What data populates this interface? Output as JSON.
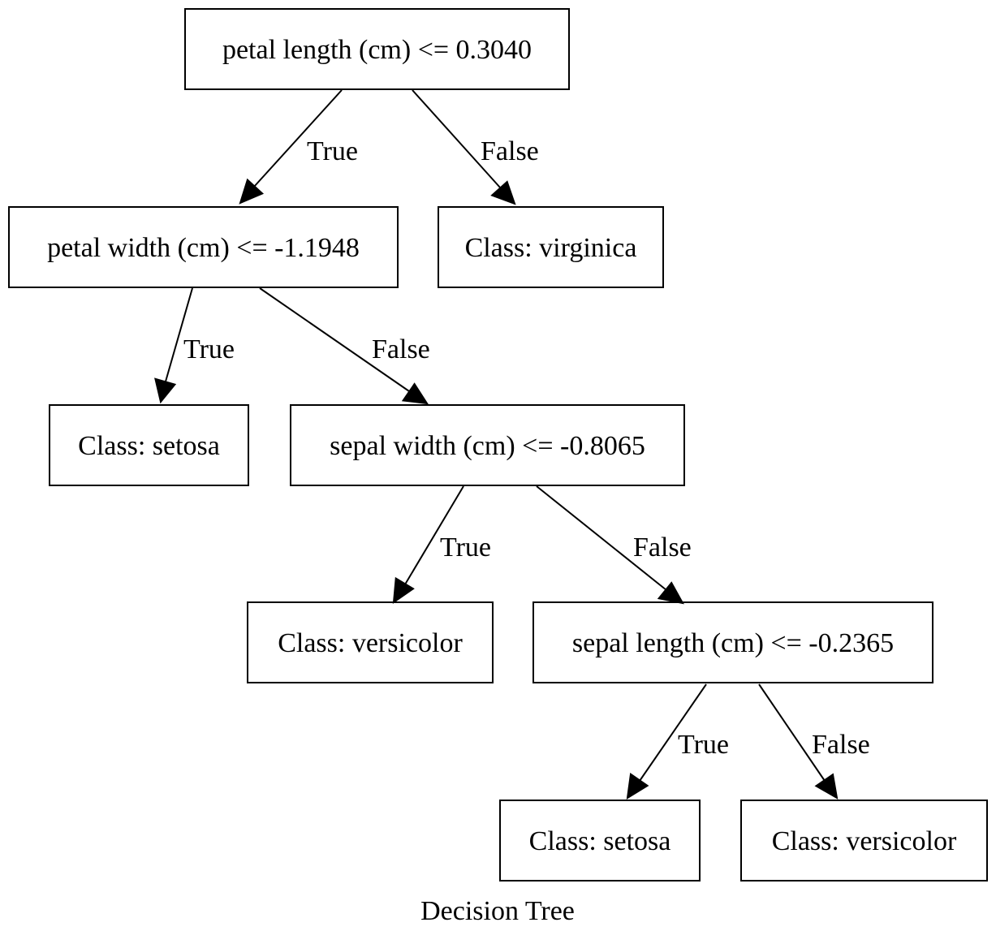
{
  "diagram": {
    "caption": "Decision Tree",
    "nodes": {
      "root": "petal length (cm) <= 0.3040",
      "n_petal_width": "petal width (cm) <= -1.1948",
      "leaf_virginica": "Class: virginica",
      "leaf_setosa_1": "Class: setosa",
      "n_sepal_width": "sepal width (cm) <= -0.8065",
      "leaf_versicolor_1": "Class: versicolor",
      "n_sepal_length": "sepal length (cm) <= -0.2365",
      "leaf_setosa_2": "Class: setosa",
      "leaf_versicolor_2": "Class: versicolor"
    },
    "edges": {
      "e1": "True",
      "e2": "False",
      "e3": "True",
      "e4": "False",
      "e5": "True",
      "e6": "False",
      "e7": "True",
      "e8": "False"
    }
  }
}
